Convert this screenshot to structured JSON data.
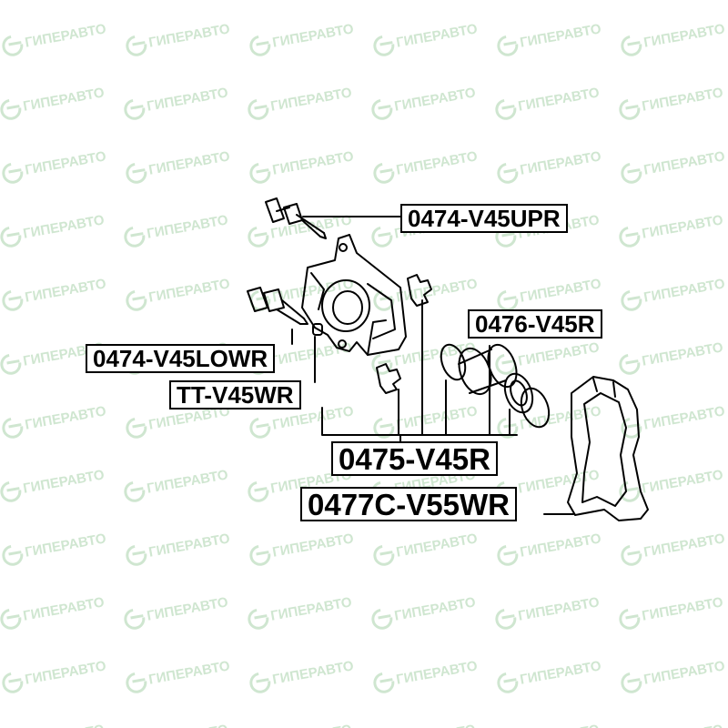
{
  "watermark": {
    "text": "ГИПЕРАВТО",
    "color": "#cfe6d0",
    "icon": "brand-swoosh-icon"
  },
  "diagram": {
    "labels": {
      "bolt_upper": "0474-V45UPR",
      "bolt_lower": "0474-V45LOWR",
      "sleeve": "TT-V45WR",
      "piston_kit": "0476-V45R",
      "repair_kit": "0475-V45R",
      "support": "0477C-V55WR"
    }
  }
}
